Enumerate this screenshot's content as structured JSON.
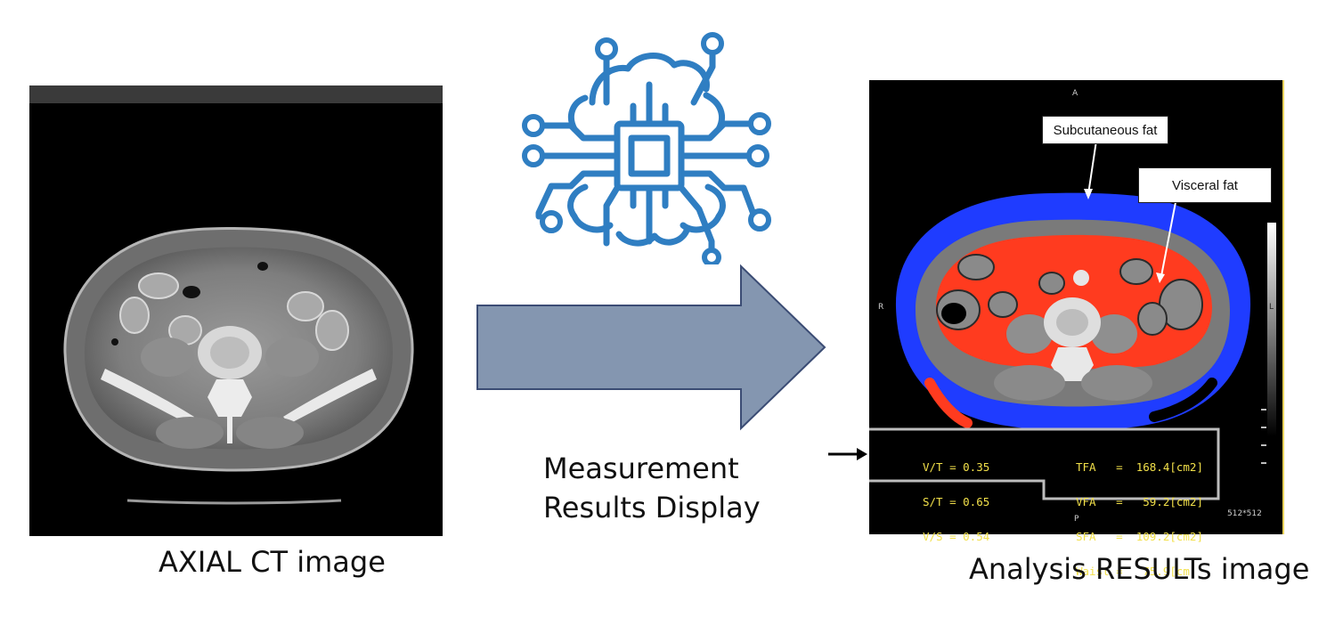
{
  "left_panel": {
    "caption": "AXIAL CT image"
  },
  "center": {
    "icon": "ai-brain-chip-icon",
    "arrow_label_line1": "Measurement",
    "arrow_label_line2": "Results Display",
    "arrow_color": "#8496b0"
  },
  "right_panel": {
    "caption": "Analysis RESULTs image",
    "orientation": {
      "top": "A",
      "left": "R",
      "right": "L",
      "bottom": "P"
    },
    "callouts": {
      "subcutaneous": "Subcutaneous fat",
      "visceral": "Visceral fat"
    },
    "results_left": [
      "V/T = 0.35",
      "S/T = 0.65",
      "V/S = 0.54"
    ],
    "results_right": [
      "TFA   =  168.4[cm2]",
      "VFA   =   59.2[cm2]",
      "SFA   =  109.2[cm2]",
      "Waist =   75.9[cm]"
    ],
    "matrix": "512*512",
    "colors": {
      "subcutaneous_fat": "#1f3cff",
      "visceral_fat": "#ff3b1f",
      "text": "#f2e04a"
    }
  }
}
